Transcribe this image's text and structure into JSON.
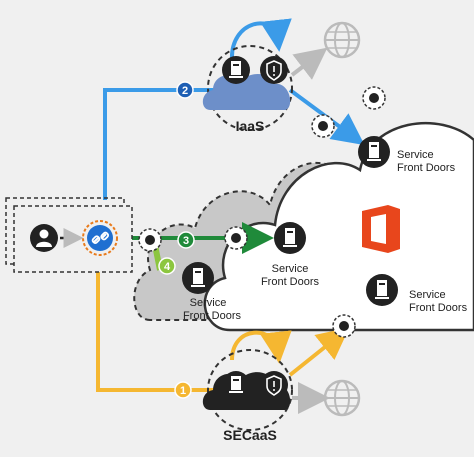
{
  "labels": {
    "iaas": "IaaS",
    "secaas": "SECaaS",
    "sfd_top_line1": "Service",
    "sfd_top_line2": "Front Doors",
    "sfd_mid_line1": "Service",
    "sfd_mid_line2": "Front Doors",
    "sfd_right_line1": "Service",
    "sfd_right_line2": "Front Doors",
    "sfd_grey_line1": "Service",
    "sfd_grey_line2": "Front Doors"
  },
  "steps": {
    "step1": "1",
    "step2": "2",
    "step3": "3",
    "step4": "4"
  },
  "colors": {
    "blue_path": "#3b9be8",
    "yellow_path": "#f5b731",
    "green_path": "#1f8a3a",
    "light_green": "#8cc63f",
    "iaas_cloud": "#6d8fc9",
    "secaas_cloud": "#222222",
    "grey_cloud": "#c8c8c8",
    "office_orange": "#e8461c"
  },
  "icons": {
    "user": "user-icon",
    "link": "link-icon",
    "server": "server-icon",
    "shield": "shield-alert-icon",
    "globe": "globe-icon",
    "office": "office-logo-icon"
  }
}
